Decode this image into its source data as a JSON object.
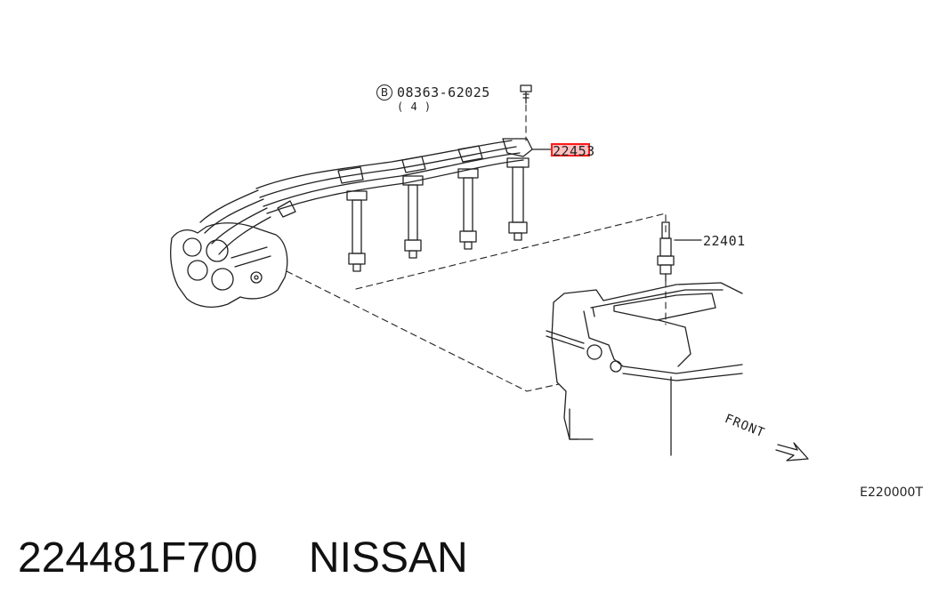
{
  "diagram": {
    "callouts": {
      "bolt_marker": "B",
      "bolt_part_number": "08363-62025",
      "bolt_quantity": "( 4 )",
      "wire_set_part_number": "22453",
      "spark_plug_part_number": "22401",
      "front_label": "FRONT",
      "diagram_code": "E220000T"
    },
    "highlight_color": "#ff1a1a"
  },
  "footer": {
    "part_number": "224481F700",
    "brand": "NISSAN"
  }
}
